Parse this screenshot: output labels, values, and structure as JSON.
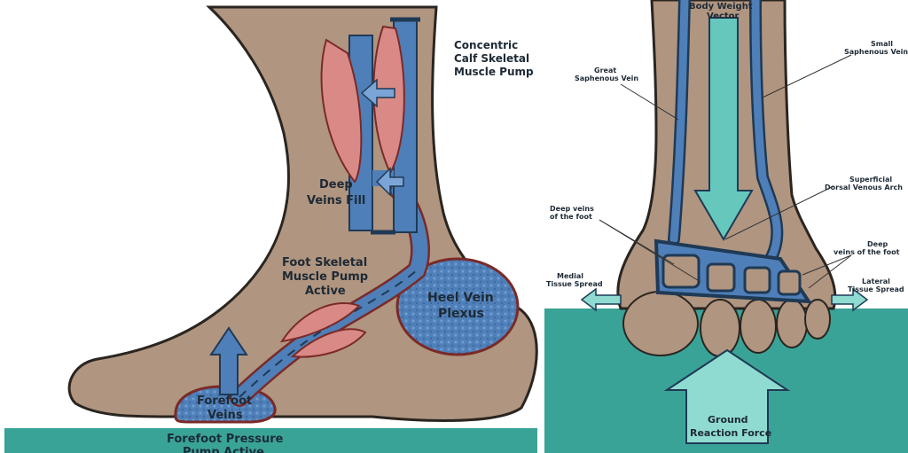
{
  "left_panel": {
    "labels": {
      "calf_pump_1": "Concentric",
      "calf_pump_2": "Calf Skeletal",
      "calf_pump_3": "Muscle Pump",
      "deep_veins_1": "Deep",
      "deep_veins_2": "Veins Fill",
      "foot_pump_1": "Foot Skeletal",
      "foot_pump_2": "Muscle Pump",
      "foot_pump_3": "Active",
      "heel_1": "Heel Vein",
      "heel_2": "Plexus",
      "forefoot_1": "Forefoot",
      "forefoot_2": "Veins",
      "pressure_1": "Forefoot Pressure",
      "pressure_2": "Pump Active"
    }
  },
  "right_panel": {
    "labels": {
      "body_weight_1": "Body Weight",
      "body_weight_2": "Vector",
      "great_saph_1": "Great",
      "great_saph_2": "Saphenous Vein",
      "small_saph_1": "Small",
      "small_saph_2": "Saphenous Vein",
      "dorsal_arch_1": "Superficial",
      "dorsal_arch_2": "Dorsal Venous Arch",
      "deep_veins_left_1": "Deep veins",
      "deep_veins_left_2": "of the foot",
      "deep_veins_right_1": "Deep",
      "deep_veins_right_2": "veins of the foot",
      "medial_1": "Medial",
      "medial_2": "Tissue Spread",
      "lateral_1": "Lateral",
      "lateral_2": "Tissue Spread",
      "ground_1": "Ground",
      "ground_2": "Reaction Force"
    }
  },
  "colors": {
    "skin": "#b09580",
    "outline": "#2a2520",
    "vein": "#4f7fb8",
    "vein_dark": "#1f3a55",
    "muscle": "#d98a86",
    "muscle_dark": "#7a2a28",
    "ground": "#3aa397",
    "arrow": "#66c7bd"
  }
}
